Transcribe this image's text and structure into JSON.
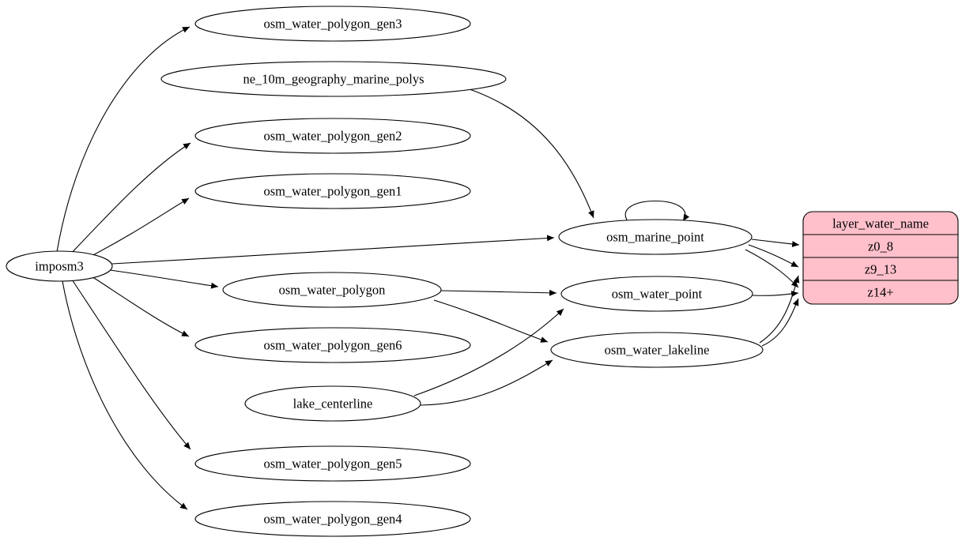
{
  "diagram": {
    "type": "etl-dependency-graph",
    "colors": {
      "node_fill": "#ffffff",
      "edge_color": "#000000",
      "record_fill": "#ffc0cb"
    },
    "nodes": {
      "imposm3": {
        "label": "imposm3"
      },
      "osm_water_polygon_gen3": {
        "label": "osm_water_polygon_gen3"
      },
      "ne_10m_geography_marine_polys": {
        "label": "ne_10m_geography_marine_polys"
      },
      "osm_water_polygon_gen2": {
        "label": "osm_water_polygon_gen2"
      },
      "osm_water_polygon_gen1": {
        "label": "osm_water_polygon_gen1"
      },
      "osm_marine_point": {
        "label": "osm_marine_point"
      },
      "osm_water_polygon": {
        "label": "osm_water_polygon"
      },
      "osm_water_point": {
        "label": "osm_water_point"
      },
      "osm_water_polygon_gen6": {
        "label": "osm_water_polygon_gen6"
      },
      "osm_water_lakeline": {
        "label": "osm_water_lakeline"
      },
      "lake_centerline": {
        "label": "lake_centerline"
      },
      "osm_water_polygon_gen5": {
        "label": "osm_water_polygon_gen5"
      },
      "osm_water_polygon_gen4": {
        "label": "osm_water_polygon_gen4"
      }
    },
    "record": {
      "title": "layer_water_name",
      "rows": [
        "z0_8",
        "z9_13",
        "z14+"
      ],
      "fill": "#ffc0cb"
    },
    "edges": [
      {
        "from": "imposm3",
        "to": "osm_water_polygon_gen3"
      },
      {
        "from": "imposm3",
        "to": "osm_water_polygon_gen2"
      },
      {
        "from": "imposm3",
        "to": "osm_water_polygon_gen1"
      },
      {
        "from": "imposm3",
        "to": "osm_marine_point"
      },
      {
        "from": "imposm3",
        "to": "osm_water_polygon"
      },
      {
        "from": "imposm3",
        "to": "osm_water_polygon_gen6"
      },
      {
        "from": "imposm3",
        "to": "osm_water_polygon_gen5"
      },
      {
        "from": "imposm3",
        "to": "osm_water_polygon_gen4"
      },
      {
        "from": "ne_10m_geography_marine_polys",
        "to": "osm_marine_point"
      },
      {
        "from": "osm_marine_point",
        "to": "osm_marine_point"
      },
      {
        "from": "osm_water_polygon",
        "to": "osm_water_point"
      },
      {
        "from": "osm_water_polygon",
        "to": "osm_water_lakeline"
      },
      {
        "from": "lake_centerline",
        "to": "osm_water_point"
      },
      {
        "from": "lake_centerline",
        "to": "osm_water_lakeline"
      },
      {
        "from": "osm_marine_point",
        "to": "layer_water_name:z0_8"
      },
      {
        "from": "osm_marine_point",
        "to": "layer_water_name:z9_13"
      },
      {
        "from": "osm_marine_point",
        "to": "layer_water_name:z14+"
      },
      {
        "from": "osm_water_lakeline",
        "to": "layer_water_name:z9_13"
      },
      {
        "from": "osm_water_lakeline",
        "to": "layer_water_name:z14+"
      },
      {
        "from": "osm_water_point",
        "to": "layer_water_name:z14+"
      }
    ]
  }
}
